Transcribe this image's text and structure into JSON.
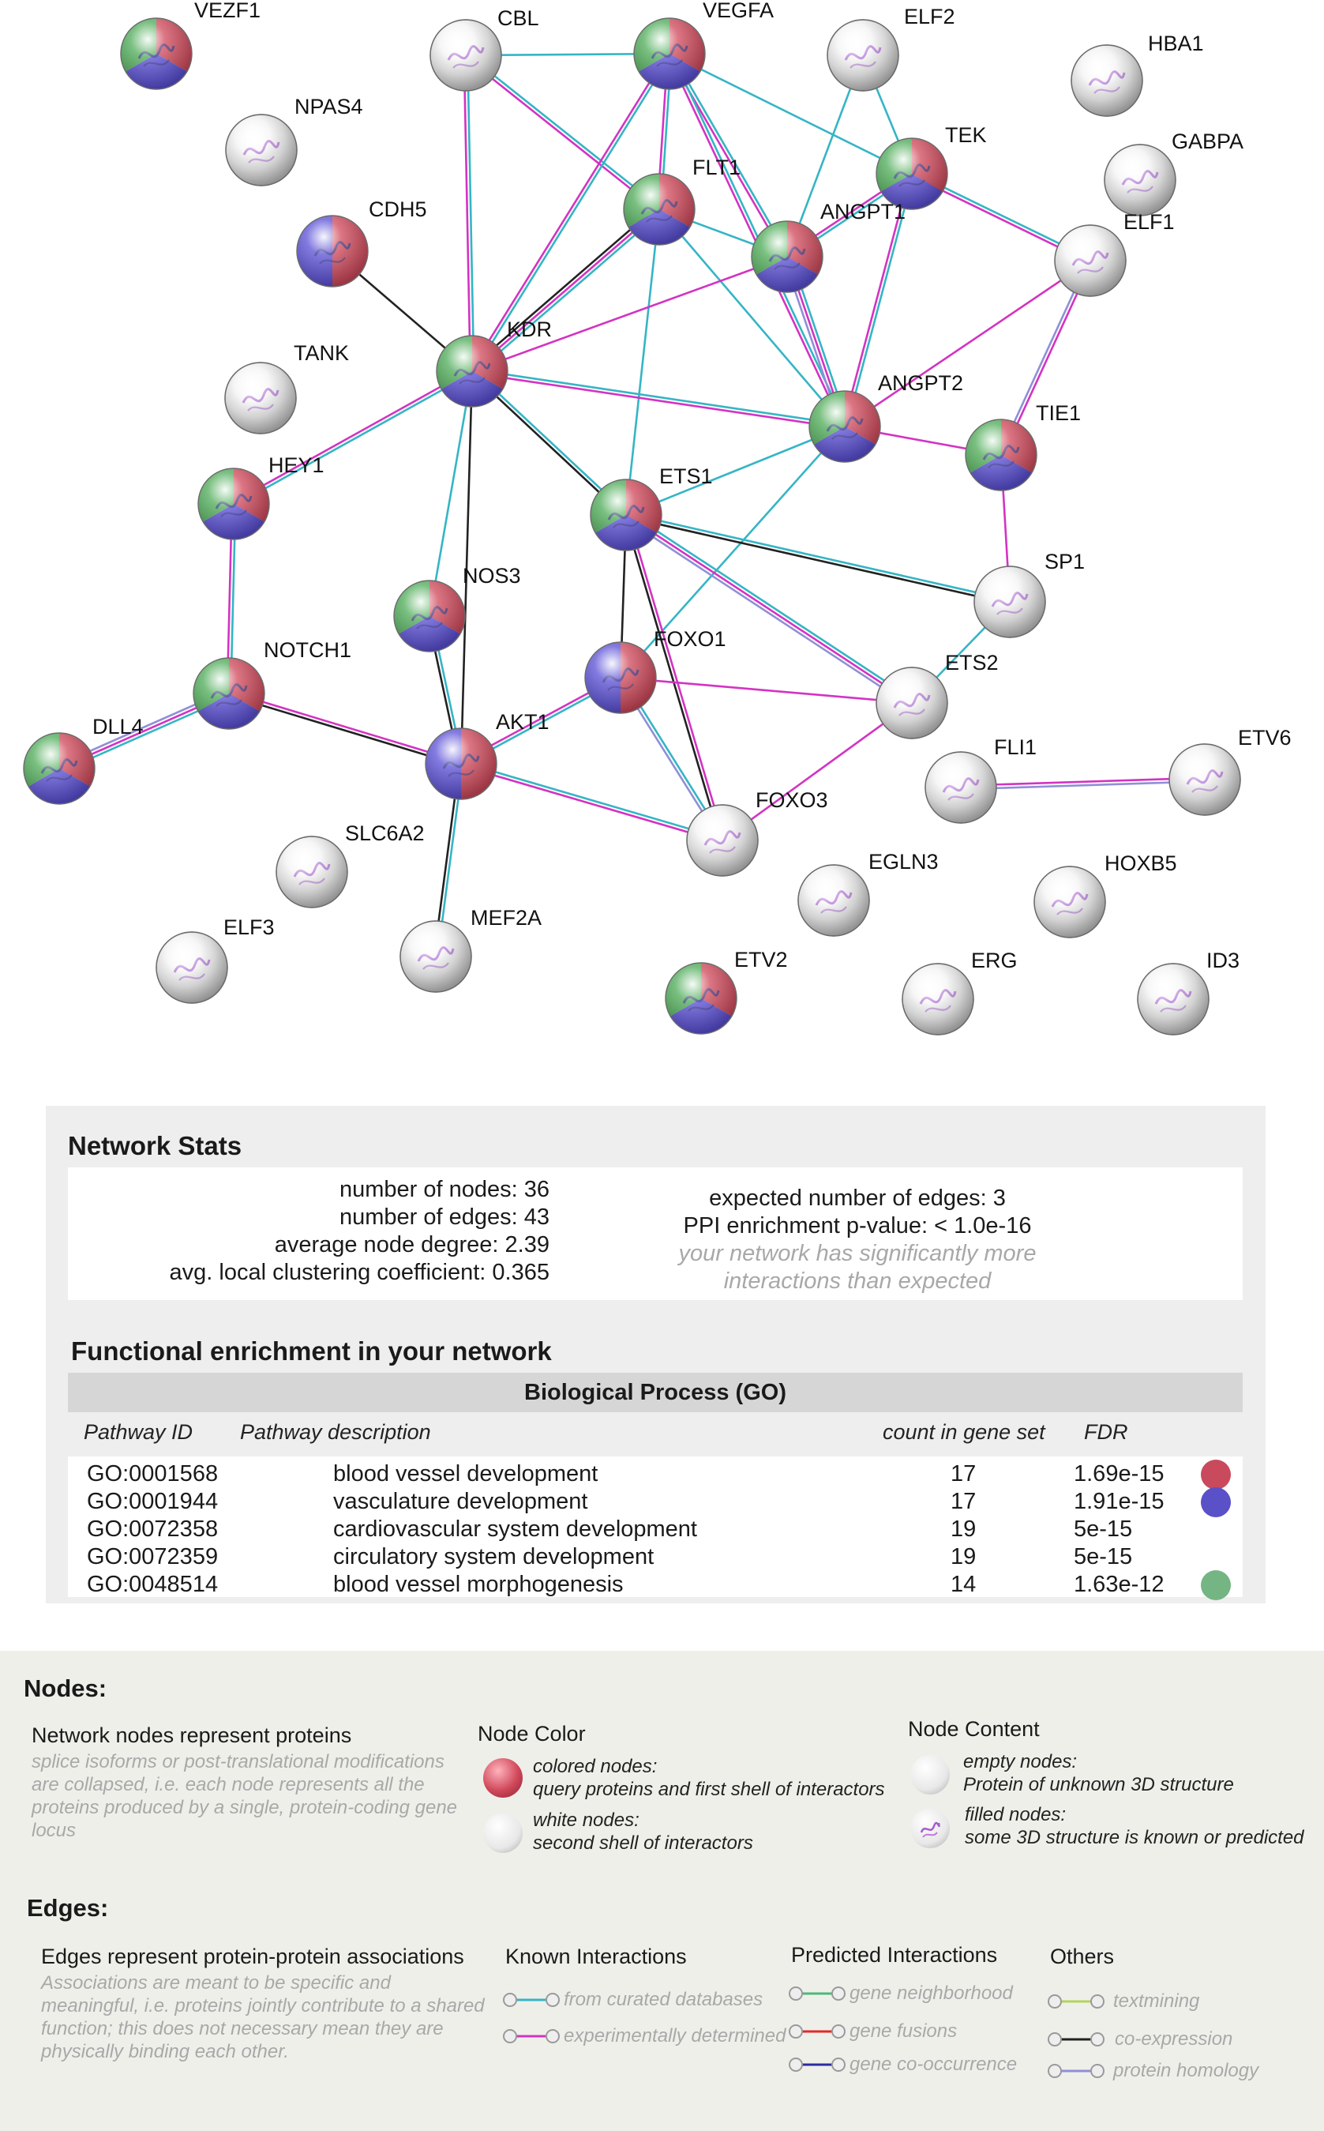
{
  "network": {
    "nodes": [
      {
        "id": "VEZF1",
        "label": "VEZF1",
        "colors": [
          "red",
          "blue",
          "green"
        ],
        "filled": true
      },
      {
        "id": "CBL",
        "label": "CBL",
        "colors": [],
        "filled": true
      },
      {
        "id": "VEGFA",
        "label": "VEGFA",
        "colors": [
          "red",
          "blue",
          "green"
        ],
        "filled": true
      },
      {
        "id": "ELF2",
        "label": "ELF2",
        "colors": [],
        "filled": true
      },
      {
        "id": "HBA1",
        "label": "HBA1",
        "colors": [],
        "filled": true
      },
      {
        "id": "NPAS4",
        "label": "NPAS4",
        "colors": [],
        "filled": true
      },
      {
        "id": "TEK",
        "label": "TEK",
        "colors": [
          "red",
          "blue",
          "green"
        ],
        "filled": true
      },
      {
        "id": "GABPA",
        "label": "GABPA",
        "colors": [],
        "filled": true
      },
      {
        "id": "FLT1",
        "label": "FLT1",
        "colors": [
          "red",
          "blue",
          "green"
        ],
        "filled": true
      },
      {
        "id": "CDH5",
        "label": "CDH5",
        "colors": [
          "red",
          "blue"
        ],
        "filled": true
      },
      {
        "id": "ANGPT1",
        "label": "ANGPT1",
        "colors": [
          "red",
          "blue",
          "green"
        ],
        "filled": true
      },
      {
        "id": "ELF1",
        "label": "ELF1",
        "colors": [],
        "filled": true
      },
      {
        "id": "KDR",
        "label": "KDR",
        "colors": [
          "red",
          "blue",
          "green"
        ],
        "filled": true
      },
      {
        "id": "TANK",
        "label": "TANK",
        "colors": [],
        "filled": true
      },
      {
        "id": "ANGPT2",
        "label": "ANGPT2",
        "colors": [
          "red",
          "blue",
          "green"
        ],
        "filled": true
      },
      {
        "id": "TIE1",
        "label": "TIE1",
        "colors": [
          "red",
          "blue",
          "green"
        ],
        "filled": true
      },
      {
        "id": "HEY1",
        "label": "HEY1",
        "colors": [
          "red",
          "blue",
          "green"
        ],
        "filled": true
      },
      {
        "id": "ETS1",
        "label": "ETS1",
        "colors": [
          "red",
          "blue",
          "green"
        ],
        "filled": true
      },
      {
        "id": "SP1",
        "label": "SP1",
        "colors": [],
        "filled": true
      },
      {
        "id": "NOS3",
        "label": "NOS3",
        "colors": [
          "red",
          "blue",
          "green"
        ],
        "filled": true
      },
      {
        "id": "FOXO1",
        "label": "FOXO1",
        "colors": [
          "red",
          "blue"
        ],
        "filled": true
      },
      {
        "id": "ETS2",
        "label": "ETS2",
        "colors": [],
        "filled": true
      },
      {
        "id": "NOTCH1",
        "label": "NOTCH1",
        "colors": [
          "red",
          "blue",
          "green"
        ],
        "filled": true
      },
      {
        "id": "DLL4",
        "label": "DLL4",
        "colors": [
          "red",
          "blue",
          "green"
        ],
        "filled": true
      },
      {
        "id": "AKT1",
        "label": "AKT1",
        "colors": [
          "red",
          "blue"
        ],
        "filled": true
      },
      {
        "id": "FLI1",
        "label": "FLI1",
        "colors": [],
        "filled": true
      },
      {
        "id": "ETV6",
        "label": "ETV6",
        "colors": [],
        "filled": true
      },
      {
        "id": "FOXO3",
        "label": "FOXO3",
        "colors": [],
        "filled": true
      },
      {
        "id": "SLC6A2",
        "label": "SLC6A2",
        "colors": [],
        "filled": true
      },
      {
        "id": "EGLN3",
        "label": "EGLN3",
        "colors": [],
        "filled": true
      },
      {
        "id": "HOXB5",
        "label": "HOXB5",
        "colors": [],
        "filled": true
      },
      {
        "id": "MEF2A",
        "label": "MEF2A",
        "colors": [],
        "filled": true
      },
      {
        "id": "ELF3",
        "label": "ELF3",
        "colors": [],
        "filled": true
      },
      {
        "id": "ETV2",
        "label": "ETV2",
        "colors": [
          "red",
          "blue",
          "green"
        ],
        "filled": true
      },
      {
        "id": "ERG",
        "label": "ERG",
        "colors": [],
        "filled": true
      },
      {
        "id": "ID3",
        "label": "ID3",
        "colors": [],
        "filled": true
      }
    ],
    "edges": [
      {
        "a": "CBL",
        "b": "VEGFA",
        "types": [
          "db"
        ]
      },
      {
        "a": "CBL",
        "b": "KDR",
        "types": [
          "db",
          "exp"
        ]
      },
      {
        "a": "CBL",
        "b": "FLT1",
        "types": [
          "db",
          "exp"
        ]
      },
      {
        "a": "VEGFA",
        "b": "FLT1",
        "types": [
          "db",
          "exp"
        ]
      },
      {
        "a": "VEGFA",
        "b": "KDR",
        "types": [
          "db",
          "exp"
        ]
      },
      {
        "a": "VEGFA",
        "b": "TEK",
        "types": [
          "db"
        ]
      },
      {
        "a": "VEGFA",
        "b": "ANGPT1",
        "types": [
          "db",
          "exp"
        ]
      },
      {
        "a": "VEGFA",
        "b": "ANGPT2",
        "types": [
          "db",
          "exp"
        ]
      },
      {
        "a": "ELF2",
        "b": "TEK",
        "types": [
          "db"
        ]
      },
      {
        "a": "ELF2",
        "b": "ANGPT1",
        "types": [
          "db"
        ]
      },
      {
        "a": "TEK",
        "b": "ANGPT1",
        "types": [
          "db",
          "exp"
        ]
      },
      {
        "a": "TEK",
        "b": "ELF1",
        "types": [
          "db",
          "exp"
        ]
      },
      {
        "a": "TEK",
        "b": "ANGPT2",
        "types": [
          "db",
          "exp"
        ]
      },
      {
        "a": "FLT1",
        "b": "ANGPT1",
        "types": [
          "db"
        ]
      },
      {
        "a": "FLT1",
        "b": "KDR",
        "types": [
          "db",
          "exp",
          "coexp"
        ]
      },
      {
        "a": "FLT1",
        "b": "ETS1",
        "types": [
          "db"
        ]
      },
      {
        "a": "FLT1",
        "b": "ANGPT2",
        "types": [
          "db"
        ]
      },
      {
        "a": "ANGPT1",
        "b": "ANGPT2",
        "types": [
          "db",
          "exp",
          "hom"
        ]
      },
      {
        "a": "ANGPT1",
        "b": "KDR",
        "types": [
          "exp"
        ]
      },
      {
        "a": "ELF1",
        "b": "TIE1",
        "types": [
          "exp",
          "hom"
        ]
      },
      {
        "a": "ELF1",
        "b": "ANGPT2",
        "types": [
          "exp"
        ]
      },
      {
        "a": "CDH5",
        "b": "KDR",
        "types": [
          "coexp"
        ]
      },
      {
        "a": "KDR",
        "b": "ANGPT2",
        "types": [
          "db",
          "exp"
        ]
      },
      {
        "a": "KDR",
        "b": "HEY1",
        "types": [
          "db",
          "exp"
        ]
      },
      {
        "a": "KDR",
        "b": "ETS1",
        "types": [
          "db",
          "coexp"
        ]
      },
      {
        "a": "KDR",
        "b": "NOS3",
        "types": [
          "db"
        ]
      },
      {
        "a": "KDR",
        "b": "AKT1",
        "types": [
          "coexp"
        ]
      },
      {
        "a": "ANGPT2",
        "b": "TIE1",
        "types": [
          "exp"
        ]
      },
      {
        "a": "ANGPT2",
        "b": "ETS1",
        "types": [
          "db"
        ]
      },
      {
        "a": "ANGPT2",
        "b": "FOXO1",
        "types": [
          "db"
        ]
      },
      {
        "a": "HEY1",
        "b": "NOTCH1",
        "types": [
          "db",
          "exp"
        ]
      },
      {
        "a": "ETS1",
        "b": "SP1",
        "types": [
          "db",
          "coexp"
        ]
      },
      {
        "a": "ETS1",
        "b": "ETS2",
        "types": [
          "db",
          "exp",
          "hom"
        ]
      },
      {
        "a": "ETS1",
        "b": "FOXO1",
        "types": [
          "coexp"
        ]
      },
      {
        "a": "ETS1",
        "b": "FOXO3",
        "types": [
          "exp",
          "coexp"
        ]
      },
      {
        "a": "SP1",
        "b": "ETS2",
        "types": [
          "db"
        ]
      },
      {
        "a": "SP1",
        "b": "TIE1",
        "types": [
          "exp"
        ]
      },
      {
        "a": "NOS3",
        "b": "AKT1",
        "types": [
          "db",
          "coexp"
        ]
      },
      {
        "a": "FOXO1",
        "b": "AKT1",
        "types": [
          "db",
          "exp"
        ]
      },
      {
        "a": "FOXO1",
        "b": "ETS2",
        "types": [
          "exp"
        ]
      },
      {
        "a": "FOXO1",
        "b": "FOXO3",
        "types": [
          "db",
          "hom"
        ]
      },
      {
        "a": "NOTCH1",
        "b": "DLL4",
        "types": [
          "db",
          "exp",
          "hom"
        ]
      },
      {
        "a": "NOTCH1",
        "b": "AKT1",
        "types": [
          "exp",
          "coexp"
        ]
      },
      {
        "a": "AKT1",
        "b": "FOXO3",
        "types": [
          "db",
          "exp"
        ]
      },
      {
        "a": "AKT1",
        "b": "MEF2A",
        "types": [
          "db",
          "coexp"
        ]
      },
      {
        "a": "ETS2",
        "b": "FOXO3",
        "types": [
          "exp"
        ]
      },
      {
        "a": "FLI1",
        "b": "ETV6",
        "types": [
          "exp",
          "hom"
        ]
      }
    ]
  },
  "colors": {
    "query_red": "#d0485a",
    "query_blue": "#5a4fd6",
    "query_green": "#4caa56",
    "white_node": "#e8e8e8",
    "edge_db": "#35b5c5",
    "edge_exp": "#d333c3",
    "edge_coexp": "#222222",
    "edge_hom": "#8f8fd8",
    "edge_neighborhood": "#4db87a",
    "edge_fusion": "#e02a2a",
    "edge_cooccurrence": "#2c2c9e",
    "edge_textmining": "#b5d35a"
  },
  "stats": {
    "title": "Network Stats",
    "nodes": "number of nodes: 36",
    "edges": "number of edges: 43",
    "degree": "average node degree: 2.39",
    "clustering": "avg. local clustering coefficient: 0.365",
    "expected": "expected number of edges: 3",
    "pvalue": "PPI enrichment p-value:  < 1.0e-16",
    "note1": "your network has significantly more",
    "note2": "interactions than expected"
  },
  "enrichment": {
    "title": "Functional enrichment in your network",
    "category": "Biological Process (GO)",
    "headers": {
      "id": "Pathway  ID",
      "desc": "Pathway  description",
      "count": "count in gene set",
      "fdr": "FDR"
    },
    "rows": [
      {
        "id": "GO:0001568",
        "desc": "blood vessel development",
        "count": "17",
        "fdr": "1.69e-15",
        "color": "#c84a5c"
      },
      {
        "id": "GO:0001944",
        "desc": "vasculature development",
        "count": "17",
        "fdr": "1.91e-15",
        "color": "#5a50c8"
      },
      {
        "id": "GO:0072358",
        "desc": "cardiovascular system development",
        "count": "19",
        "fdr": "5e-15",
        "color": ""
      },
      {
        "id": "GO:0072359",
        "desc": "circulatory system development",
        "count": "19",
        "fdr": "5e-15",
        "color": ""
      },
      {
        "id": "GO:0048514",
        "desc": "blood vessel morphogenesis",
        "count": "14",
        "fdr": "1.63e-12",
        "color": "#74b583"
      }
    ]
  },
  "legend": {
    "nodes_title": "Nodes:",
    "nodes_intro": "Network nodes represent proteins",
    "nodes_grey": [
      "splice isoforms or post-translational modifications",
      "are collapsed, i.e. each node represents all the",
      "proteins produced by a single, protein-coding gene",
      "locus"
    ],
    "node_color_title": "Node Color",
    "colored_1": "colored nodes:",
    "colored_2": "query proteins and first shell of interactors",
    "white_1": "white  nodes:",
    "white_2": "second shell of interactors",
    "node_content_title": "Node Content",
    "empty_1": "empty nodes:",
    "empty_2": "Protein of unknown 3D structure",
    "filled_1": "filled nodes:",
    "filled_2": "some 3D structure  is known  or predicted",
    "edges_title": "Edges:",
    "edges_intro": "Edges represent protein-protein associations",
    "edges_grey": [
      "Associations are meant to be specific and",
      "meaningful, i.e. proteins jointly contribute to a shared",
      "function; this does not necessary mean they are",
      "physically binding each other."
    ],
    "known_title": "Known Interactions",
    "known_db": "from curated databases",
    "known_exp": "experimentally determined",
    "pred_title": "Predicted Interactions",
    "pred_neigh": "gene neighborhood",
    "pred_fusion": "gene fusions",
    "pred_cooc": "gene co-occurrence",
    "others_title": "Others",
    "oth_text": "textmining",
    "oth_coexp": "co-expression",
    "oth_hom": "protein homology"
  }
}
